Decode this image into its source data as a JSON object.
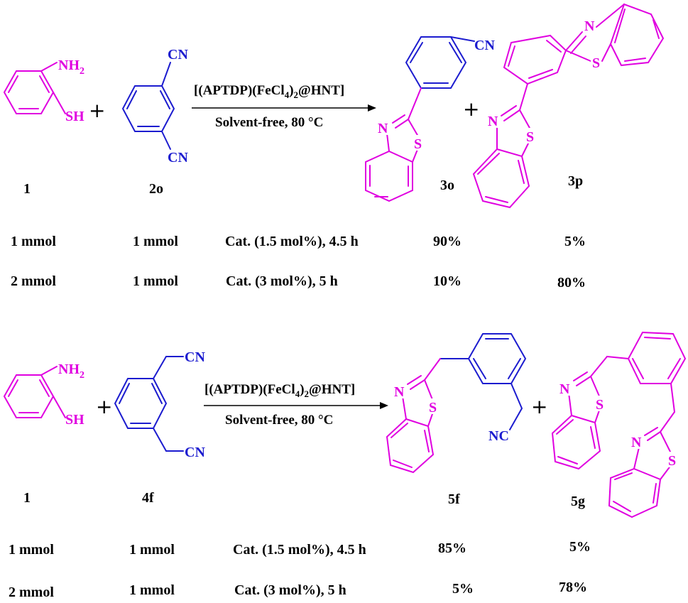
{
  "scheme1": {
    "reagent1": {
      "label": "1",
      "nh2": "NH",
      "nh2_sub": "2",
      "sh": "SH"
    },
    "reagent2": {
      "label": "2o",
      "cn_top": "CN",
      "cn_bottom": "CN"
    },
    "catalyst": {
      "prefix": "[(APTDP)(FeCl",
      "sub1": "4",
      "mid": ")",
      "sub2": "2",
      "suffix": "@HNT]"
    },
    "conditions": "Solvent-free, 80 °C",
    "product1": {
      "label": "3o",
      "n": "N",
      "s": "S",
      "cn": "CN"
    },
    "product2": {
      "label": "3p",
      "n1": "N",
      "s1": "S",
      "n2": "N",
      "s2": "S"
    },
    "plus": "+",
    "rows": [
      {
        "amount1": "1 mmol",
        "amount2": "1 mmol",
        "conditions": "Cat. (1.5 mol%),  4.5 h",
        "yield1": "90%",
        "yield2": "5%"
      },
      {
        "amount1": "2 mmol",
        "amount2": "1 mmol",
        "conditions": "Cat. (3 mol%), 5 h",
        "yield1": "10%",
        "yield2": "80%"
      }
    ]
  },
  "scheme2": {
    "reagent1": {
      "label": "1",
      "nh2": "NH",
      "nh2_sub": "2",
      "sh": "SH"
    },
    "reagent2": {
      "label": "4f",
      "cn_top": "CN",
      "cn_bottom": "CN"
    },
    "catalyst": {
      "prefix": "[(APTDP)(FeCl",
      "sub1": "4",
      "mid": ")",
      "sub2": "2",
      "suffix": "@HNT]"
    },
    "conditions": "Solvent-free, 80 °C",
    "product1": {
      "label": "5f",
      "n": "N",
      "s": "S",
      "nc": "NC"
    },
    "product2": {
      "label": "5g",
      "n1": "N",
      "s1": "S",
      "n2": "N",
      "s2": "S"
    },
    "plus": "+",
    "rows": [
      {
        "amount1": "1 mmol",
        "amount2": "1 mmol",
        "conditions": "Cat. (1.5 mol%), 4.5 h",
        "yield1": "85%",
        "yield2": "5%"
      },
      {
        "amount1": "2 mmol",
        "amount2": "1 mmol",
        "conditions": "Cat. (3 mol%),  5 h",
        "yield1": "5%",
        "yield2": "78%"
      }
    ]
  }
}
